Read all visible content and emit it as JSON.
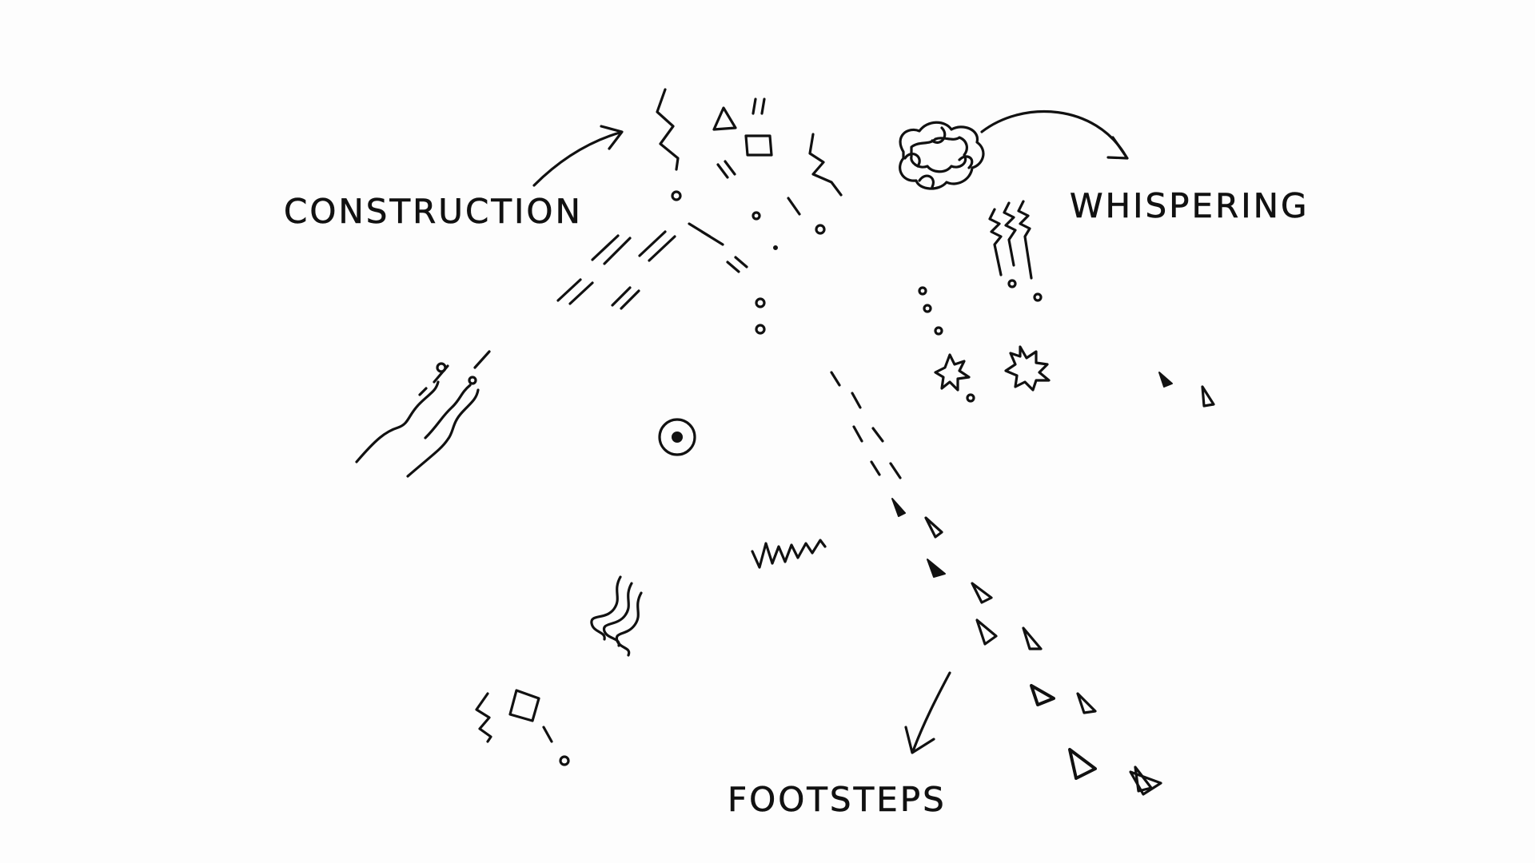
{
  "labels": {
    "construction": "CONSTRUCTION",
    "whispering": "WHISPERING",
    "footsteps": "FOOTSTEPS"
  },
  "colors": {
    "background": "#fdfdfd",
    "ink": "#111111"
  }
}
